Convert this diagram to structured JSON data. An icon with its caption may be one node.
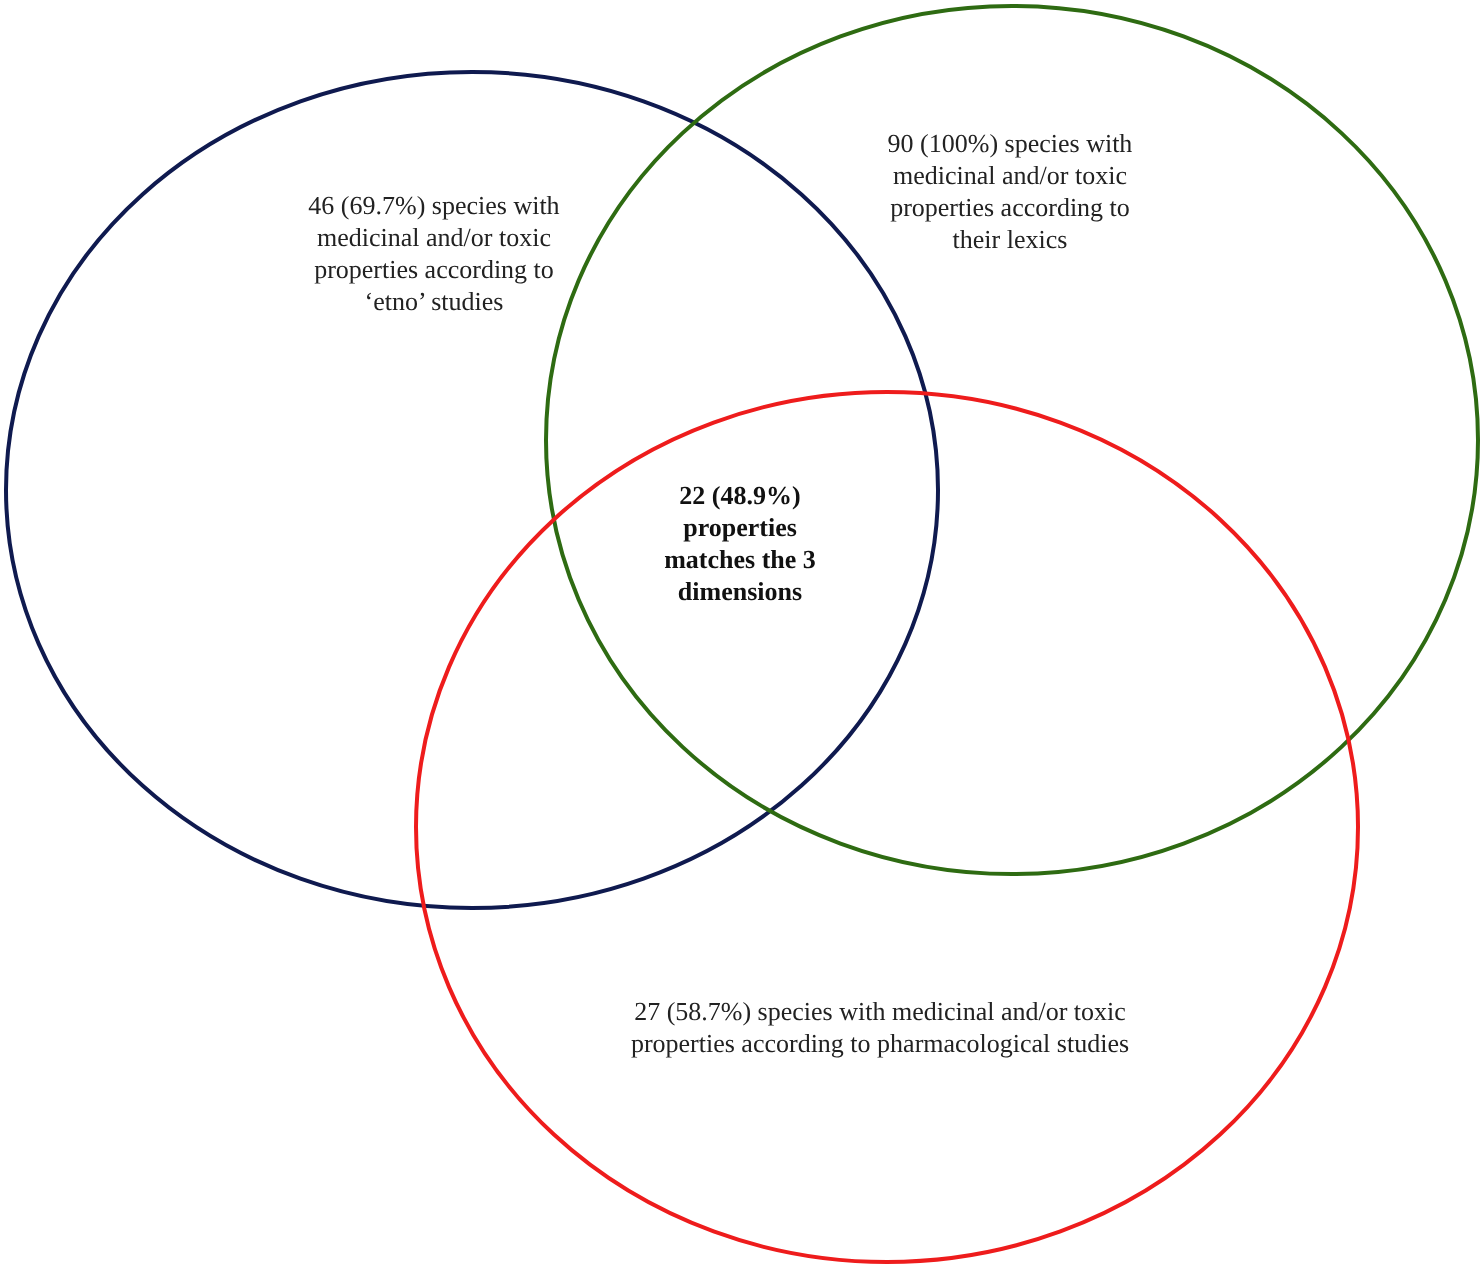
{
  "diagram": {
    "nodes": [
      {
        "text": [
          "46 (69.7%) species with medicinal and/or toxic properties according to ‘etno’ studies"
        ]
      },
      {
        "text": [
          "90 (100%) species with medicinal and/or toxic properties according to their lexics"
        ]
      },
      {
        "text": [
          "27 (58.7%) species with medicinal and/or toxic properties according to pharmacological studies"
        ]
      }
    ],
    "labels": [
      "22 (48.9%) properties matches the 3 dimensions"
    ]
  }
}
